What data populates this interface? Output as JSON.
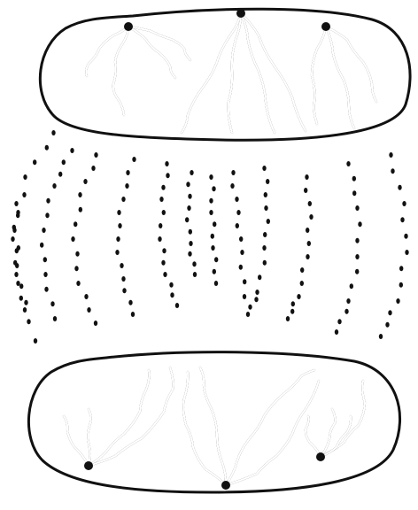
{
  "figure": {
    "background_color": "#ffffff",
    "ink_color": "#111111",
    "structures": [
      "upper-daughter-nucleus",
      "spindle-fibers",
      "lower-daughter-nucleus"
    ],
    "upper_nucleus": {
      "chromosome_groups": 3,
      "chromosome_count": 11
    },
    "lower_nucleus": {
      "chromosome_groups": 3,
      "chromosome_count": 12
    },
    "spindle": {
      "fiber_count": 13,
      "style": "dotted"
    }
  }
}
